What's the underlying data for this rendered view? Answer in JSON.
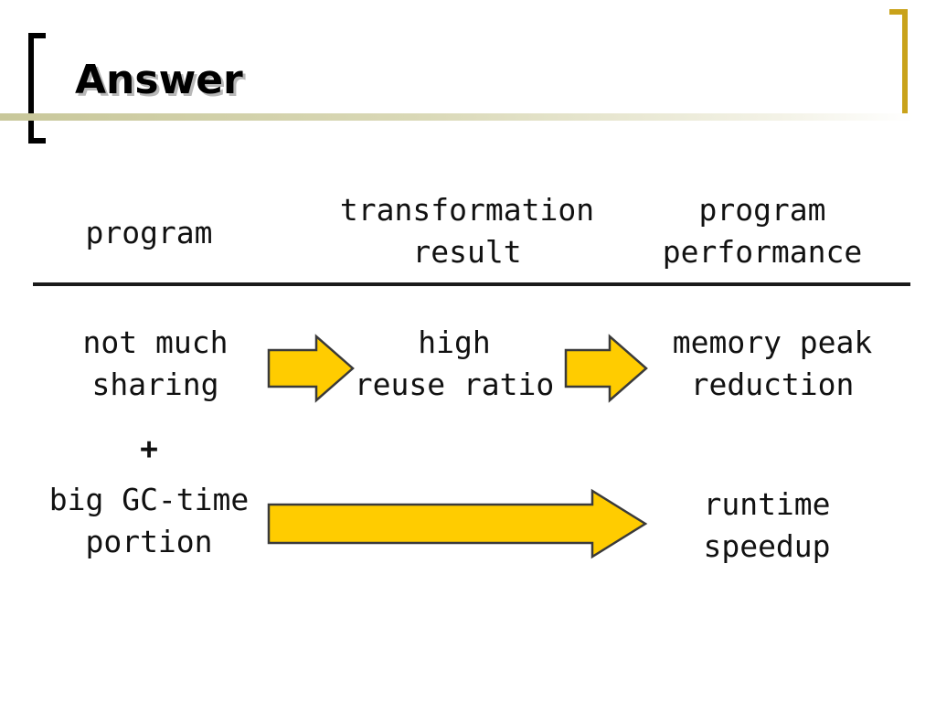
{
  "slide": {
    "title": "Answer"
  },
  "headers": {
    "program": "program",
    "transformation": [
      "transformation",
      "result"
    ],
    "performance": [
      "program",
      "performance"
    ]
  },
  "rows": {
    "row1": {
      "program": [
        "not much",
        "sharing"
      ],
      "result": [
        "high",
        "reuse ratio"
      ],
      "performance": [
        "memory peak",
        "reduction"
      ]
    },
    "plus": "+",
    "row2": {
      "program": [
        "big GC-time",
        "portion"
      ],
      "performance": [
        "runtime",
        "speedup"
      ]
    }
  },
  "colors": {
    "arrow_fill": "#ffcc00",
    "arrow_stroke": "#3a3a3a",
    "accent_bracket": "#c9a21a"
  }
}
